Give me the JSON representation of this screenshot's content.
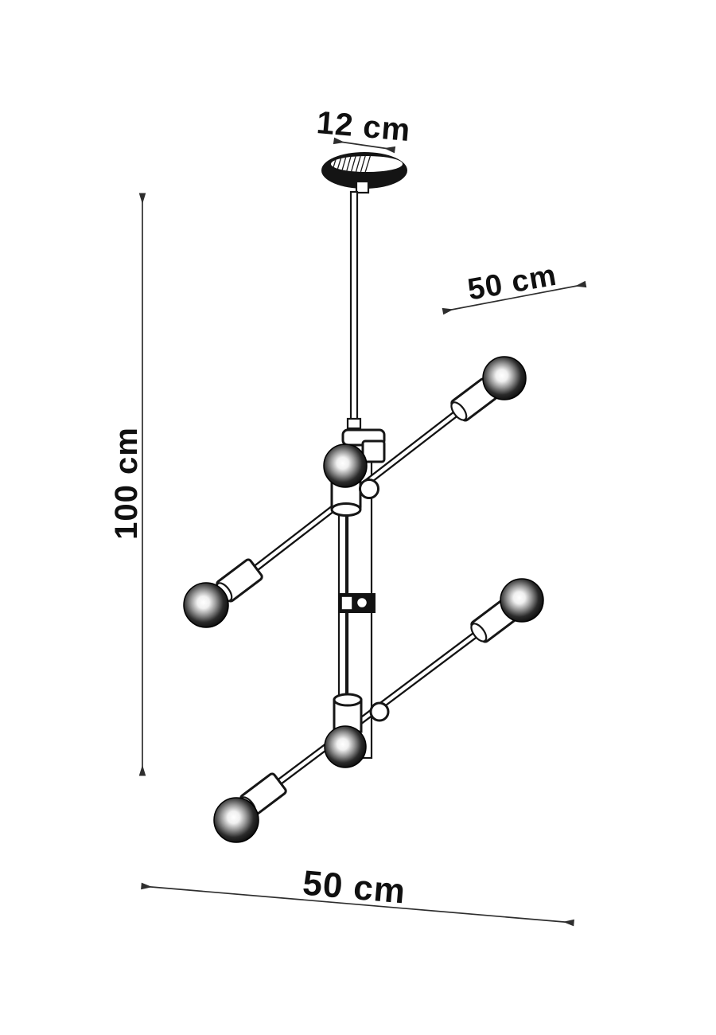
{
  "page": {
    "background": "#ffffff",
    "ink": "#161616",
    "dimension_color": "#2e2e2e"
  },
  "annotations": {
    "canopy_diameter": {
      "label": "12 cm"
    },
    "arm_length": {
      "label": "50 cm"
    },
    "overall_height": {
      "label": "100 cm"
    },
    "overall_width": {
      "label": "50 cm"
    }
  }
}
